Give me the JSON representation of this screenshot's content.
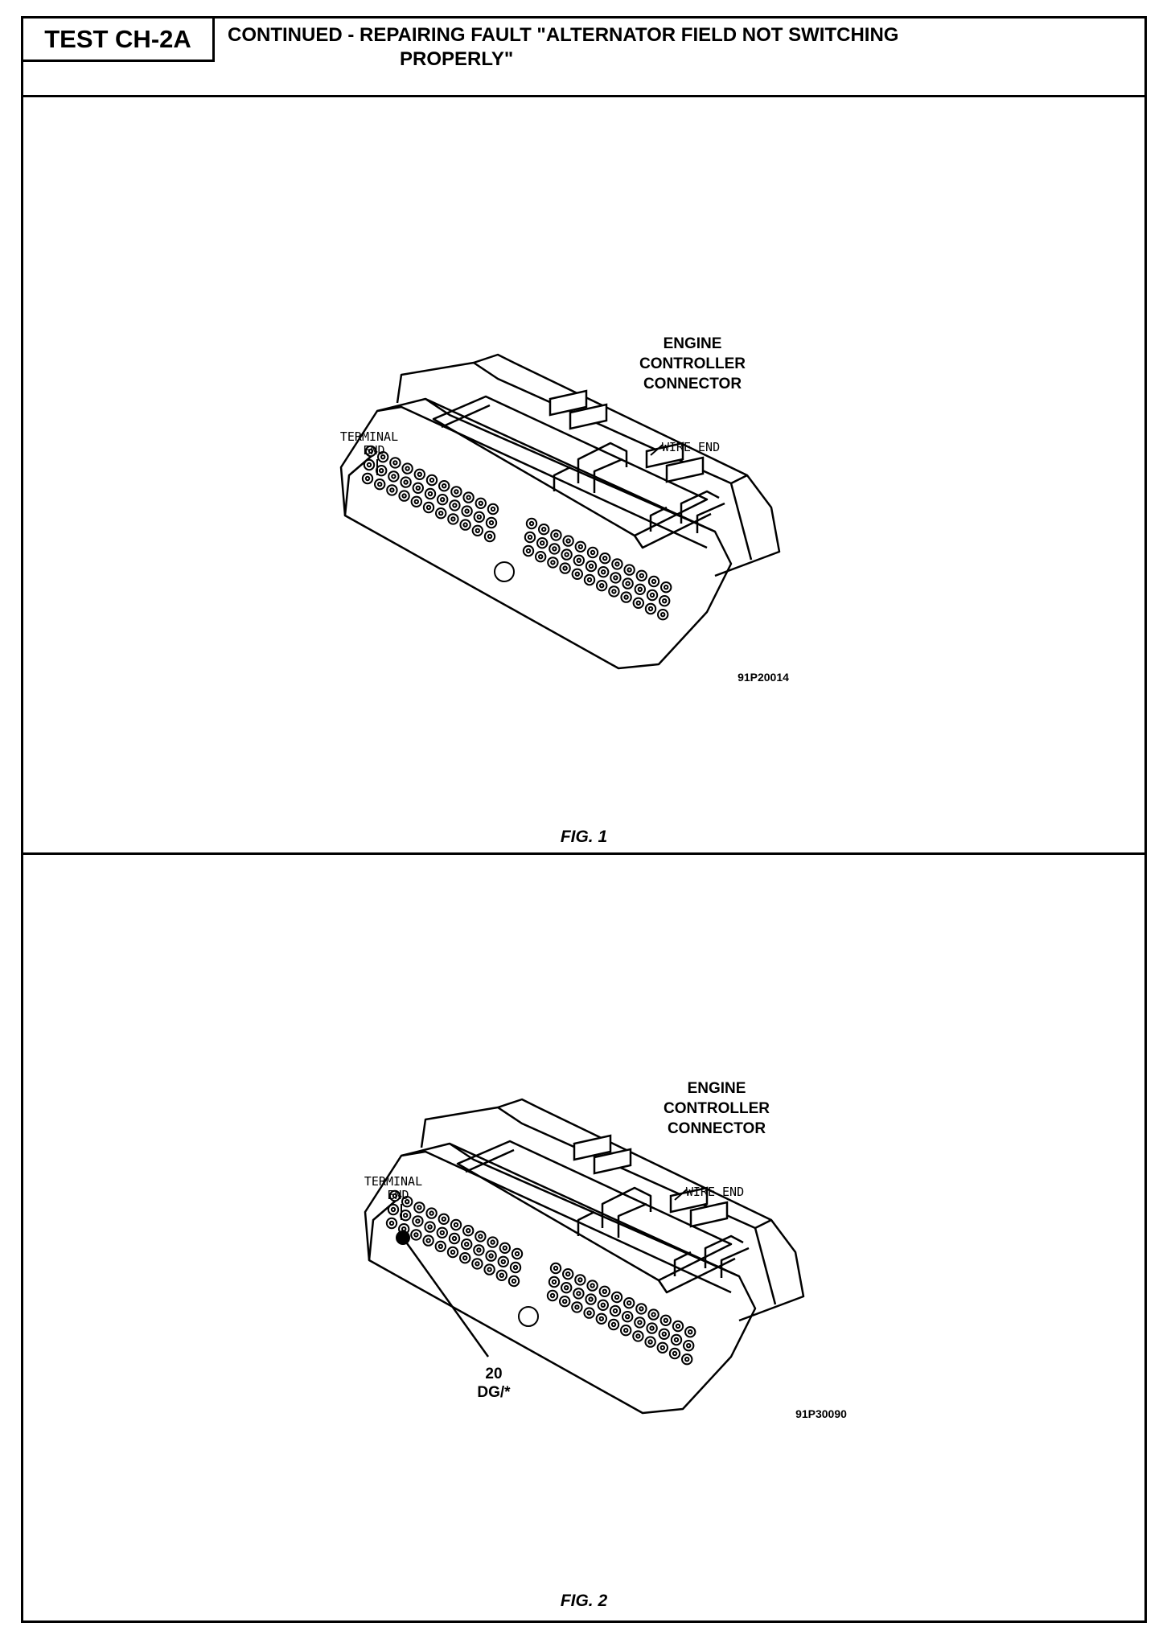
{
  "header": {
    "test_id": "TEST CH-2A",
    "title_line1": "CONTINUED - REPAIRING FAULT \"ALTERNATOR FIELD NOT SWITCHING",
    "title_line2": "PROPERLY\""
  },
  "fig1": {
    "caption": "FIG. 1",
    "connector_label": [
      "ENGINE",
      "CONTROLLER",
      "CONNECTOR"
    ],
    "terminal_label": [
      "TERMINAL",
      "END"
    ],
    "wire_label": "WIRE END",
    "part_number": "91P20014"
  },
  "fig2": {
    "caption": "FIG. 2",
    "connector_label": [
      "ENGINE",
      "CONTROLLER",
      "CONNECTOR"
    ],
    "terminal_label": [
      "TERMINAL",
      "END"
    ],
    "wire_label": "WIRE END",
    "part_number": "91P30090",
    "pin_callout": [
      "20",
      "DG/*"
    ]
  }
}
